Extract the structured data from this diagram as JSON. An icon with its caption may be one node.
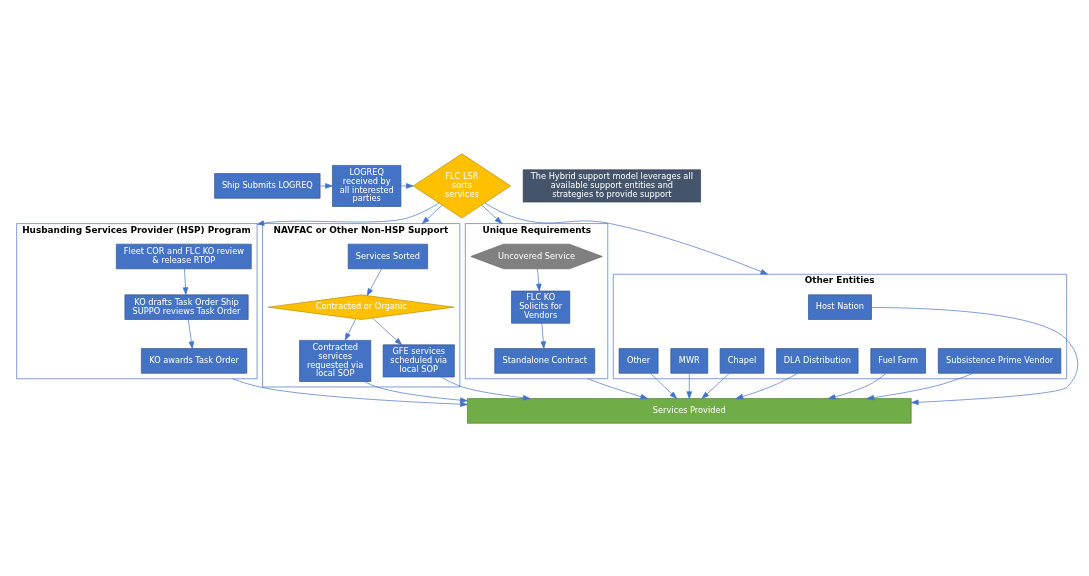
{
  "diagram": {
    "nodes": [
      {
        "text": [
          "Ship Submits LOGREQ"
        ]
      },
      {
        "text": [
          "LOGREQ received by all interested parties"
        ]
      },
      {
        "text": [
          "FLC LSR sorts services"
        ]
      },
      {
        "text": [
          "The Hybrid support model leverages all available support entities and strategies to provide support"
        ]
      },
      {
        "text": [
          "Husbanding Services Provider (HSP) Program"
        ]
      },
      {
        "text": [
          "Fleet COR and FLC KO review & release RTOP"
        ],
        "in": 4
      },
      {
        "text": [
          "KO drafts Task Order Ship SUPPO reviews Task Order"
        ],
        "in": 4
      },
      {
        "text": [
          "KO awards Task Order"
        ],
        "in": 4
      },
      {
        "text": [
          "NAVFAC or Other Non-HSP Support"
        ]
      },
      {
        "text": [
          "Services Sorted"
        ],
        "in": 8
      },
      {
        "text": [
          "Contracted or Organic"
        ],
        "in": 8
      },
      {
        "text": [
          "Contracted services requested via local SOP"
        ],
        "in": 8
      },
      {
        "text": [
          "GFE services scheduled via local SOP"
        ],
        "in": 8
      },
      {
        "text": [
          "Unique Requirements"
        ]
      },
      {
        "text": [
          "Uncovered Service"
        ],
        "in": 13
      },
      {
        "text": [
          "FLC KO Solicits for Vendors"
        ],
        "in": 13
      },
      {
        "text": [
          "Standalone Contract"
        ],
        "in": 13
      },
      {
        "text": [
          "Other Entities"
        ]
      },
      {
        "text": [
          "Host Nation"
        ],
        "in": 17
      },
      {
        "text": [
          "Subsistence Prime Vendor"
        ],
        "in": 17
      },
      {
        "text": [
          "Fuel Farm"
        ],
        "in": 17
      },
      {
        "text": [
          "DLA Distribution"
        ],
        "in": 17
      },
      {
        "text": [
          "Chapel"
        ],
        "in": 17
      },
      {
        "text": [
          "MWR"
        ],
        "in": 17
      },
      {
        "text": [
          "Other"
        ],
        "in": 17
      },
      {
        "text": [
          "Services Provided"
        ]
      }
    ],
    "edges": [
      {
        "from": 0,
        "to": 1,
        "arrow": "to"
      },
      {
        "from": 1,
        "to": 2,
        "arrow": "to"
      },
      {
        "from": 2,
        "to": 4,
        "arrow": "to"
      },
      {
        "from": 2,
        "to": 8,
        "arrow": "to"
      },
      {
        "from": 2,
        "to": 13,
        "arrow": "to"
      },
      {
        "from": 2,
        "to": 17,
        "arrow": "to"
      },
      {
        "from": 5,
        "to": 6,
        "arrow": "to"
      },
      {
        "from": 6,
        "to": 7,
        "arrow": "to"
      },
      {
        "from": 9,
        "to": 10,
        "arrow": "to"
      },
      {
        "from": 10,
        "to": 11,
        "arrow": "to"
      },
      {
        "from": 10,
        "to": 12,
        "arrow": "to"
      },
      {
        "from": 14,
        "to": 15,
        "arrow": "to"
      },
      {
        "from": 15,
        "to": 16,
        "arrow": "to"
      },
      {
        "from": 4,
        "to": 25,
        "arrow": "to"
      },
      {
        "from": 11,
        "to": 25,
        "arrow": "to"
      },
      {
        "from": 12,
        "to": 25,
        "arrow": "to"
      },
      {
        "from": 13,
        "to": 25,
        "arrow": "to"
      },
      {
        "from": 18,
        "to": 25,
        "arrow": "to"
      },
      {
        "from": 19,
        "to": 25,
        "arrow": "to"
      },
      {
        "from": 20,
        "to": 25,
        "arrow": "to"
      },
      {
        "from": 21,
        "to": 25,
        "arrow": "to"
      },
      {
        "from": 22,
        "to": 25,
        "arrow": "to"
      },
      {
        "from": 23,
        "to": 25,
        "arrow": "to"
      },
      {
        "from": 24,
        "to": 25,
        "arrow": "to"
      }
    ]
  }
}
